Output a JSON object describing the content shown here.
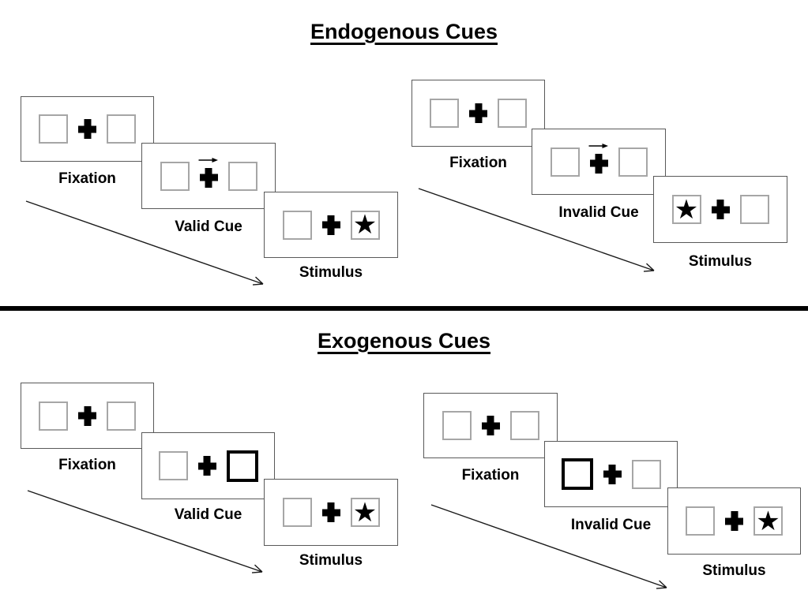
{
  "sections": [
    {
      "title": "Endogenous Cues",
      "sequences": [
        {
          "name": "valid",
          "steps": [
            {
              "label": "Fixation",
              "type": "fixation"
            },
            {
              "label": "Valid Cue",
              "type": "endogenous-cue",
              "cue": "arrow-right"
            },
            {
              "label": "Stimulus",
              "type": "stimulus",
              "star_side": "right"
            }
          ]
        },
        {
          "name": "invalid",
          "steps": [
            {
              "label": "Fixation",
              "type": "fixation"
            },
            {
              "label": "Invalid Cue",
              "type": "endogenous-cue",
              "cue": "arrow-right"
            },
            {
              "label": "Stimulus",
              "type": "stimulus",
              "star_side": "left"
            }
          ]
        }
      ]
    },
    {
      "title": "Exogenous Cues",
      "sequences": [
        {
          "name": "valid",
          "steps": [
            {
              "label": "Fixation",
              "type": "fixation"
            },
            {
              "label": "Valid Cue",
              "type": "exogenous-cue",
              "cue": "thick-box-right"
            },
            {
              "label": "Stimulus",
              "type": "stimulus",
              "star_side": "right"
            }
          ]
        },
        {
          "name": "invalid",
          "steps": [
            {
              "label": "Fixation",
              "type": "fixation"
            },
            {
              "label": "Invalid Cue",
              "type": "exogenous-cue",
              "cue": "thick-box-left"
            },
            {
              "label": "Stimulus",
              "type": "stimulus",
              "star_side": "right"
            }
          ]
        }
      ]
    }
  ],
  "icons": {
    "star": "★",
    "fixation_cross": "plus-cross",
    "cue_arrow_direction": "right"
  },
  "colors": {
    "background": "#ffffff",
    "ink": "#000000",
    "panel_border": "#595959",
    "placeholder_square_border": "#a6a6a6",
    "exogenous_cue_border": "#000000",
    "divider": "#000000"
  }
}
